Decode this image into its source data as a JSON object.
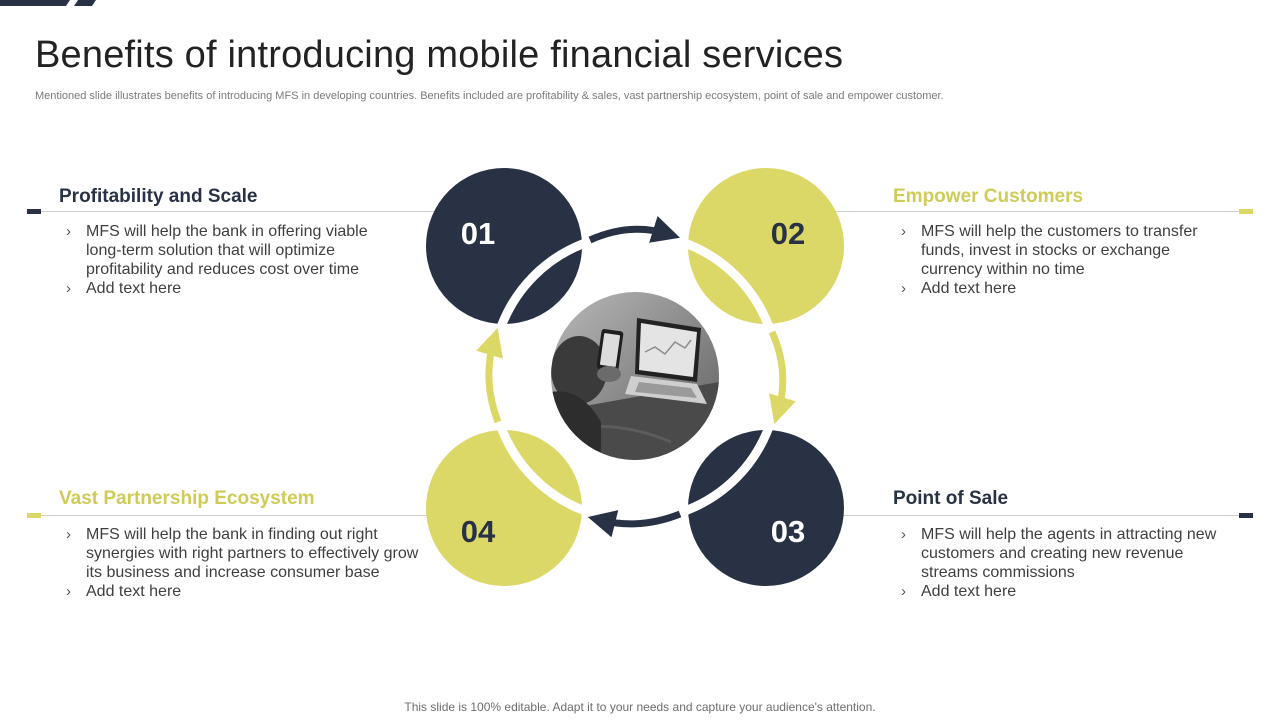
{
  "colors": {
    "navy": "#293245",
    "olive": "#dcd867",
    "white": "#ffffff",
    "rule": "#cfcfcf"
  },
  "slide": {
    "title": "Benefits of introducing mobile financial services",
    "subtitle": "Mentioned slide illustrates benefits of introducing MFS in developing countries. Benefits included are profitability & sales, vast partnership ecosystem,  point of sale and empower customer.",
    "footer": "This slide is 100% editable. Adapt it to your needs and capture your audience's attention."
  },
  "cycle": {
    "steps": [
      {
        "number": "01",
        "color": "navy"
      },
      {
        "number": "02",
        "color": "olive"
      },
      {
        "number": "03",
        "color": "navy"
      },
      {
        "number": "04",
        "color": "olive"
      }
    ],
    "center_image": "person-using-smartphone-and-laptop-photo"
  },
  "sections": {
    "profitability": {
      "title": "Profitability and Scale",
      "bullets": [
        "MFS will help the bank in offering viable long-term solution that will optimize profitability and reduces cost over time",
        "Add text here"
      ]
    },
    "empower": {
      "title": "Empower Customers",
      "bullets": [
        "MFS will help the customers to transfer funds, invest in stocks or exchange currency  within no time",
        "Add text here"
      ]
    },
    "partnership": {
      "title": "Vast Partnership Ecosystem",
      "bullets": [
        "MFS will help the bank in finding out right synergies with right partners to effectively grow its business and increase consumer base",
        "Add text here"
      ]
    },
    "point_of_sale": {
      "title": "Point of Sale",
      "bullets": [
        "MFS will help the agents in attracting new customers and creating new revenue streams commissions",
        "Add text here"
      ]
    }
  },
  "icons": {
    "bullet": "chevron-right-icon",
    "bullet_glyph": "›"
  }
}
